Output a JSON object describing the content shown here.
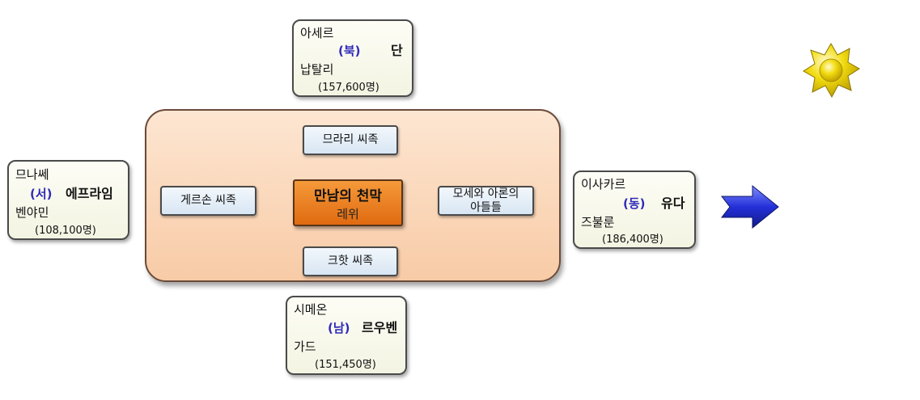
{
  "north": {
    "tribe1": "아세르",
    "dir": "(북)",
    "leader": "단",
    "tribe2": "납탈리",
    "population": "(157,600명)"
  },
  "west": {
    "tribe1": "므나쎄",
    "dir": "(서)",
    "leader": "에프라임",
    "tribe2": "벤야민",
    "population": "(108,100명)"
  },
  "east": {
    "tribe1": "이사카르",
    "dir": "(동)",
    "leader": "유다",
    "tribe2": "즈불룬",
    "population": "(186,400명)"
  },
  "south": {
    "tribe1": "시메온",
    "dir": "(남)",
    "leader": "르우벤",
    "tribe2": "가드",
    "population": "(151,450명)"
  },
  "center": {
    "clans": {
      "north": "므라리 씨족",
      "west": "게르손 씨족",
      "east_line1": "모세와 아론의",
      "east_line2": "아들들",
      "south": "크핫 씨족"
    },
    "tent_title": "만남의 천막",
    "tent_subtitle": "레위"
  },
  "icons": {
    "sun": "sun-icon",
    "arrow": "arrow-right-icon"
  },
  "colors": {
    "direction": "#2f2ab8",
    "tent": "#e97a1e",
    "camp": "#f9d2b3",
    "tribe_box": "#f7f7e8",
    "clan_box": "#e3edf7",
    "arrow": "#2233cc",
    "sun": "#f2dc10"
  }
}
